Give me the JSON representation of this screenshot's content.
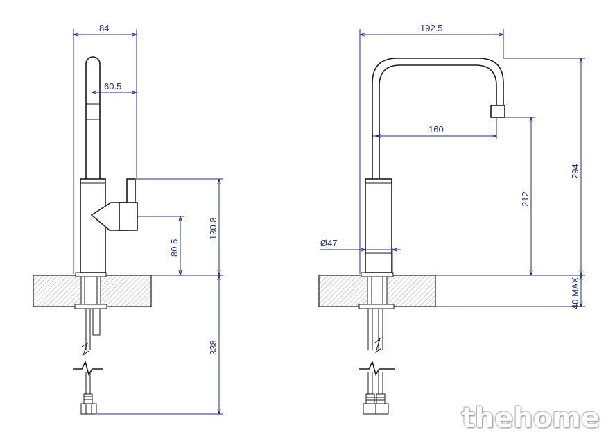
{
  "drawing": {
    "side_view": {
      "dim_total_width": "84",
      "dim_spout_offset": "60.5",
      "dim_lever_height": "130.8",
      "dim_handle_height": "80.5",
      "dim_hose_length": "338"
    },
    "front_view": {
      "dim_total_width": "192.5",
      "dim_reach": "160",
      "dim_spout_height": "212",
      "dim_total_height": "294",
      "dim_body_diameter": "Ø47",
      "dim_max_deck": "40 MAX"
    }
  },
  "watermark": {
    "text": "thehome"
  }
}
